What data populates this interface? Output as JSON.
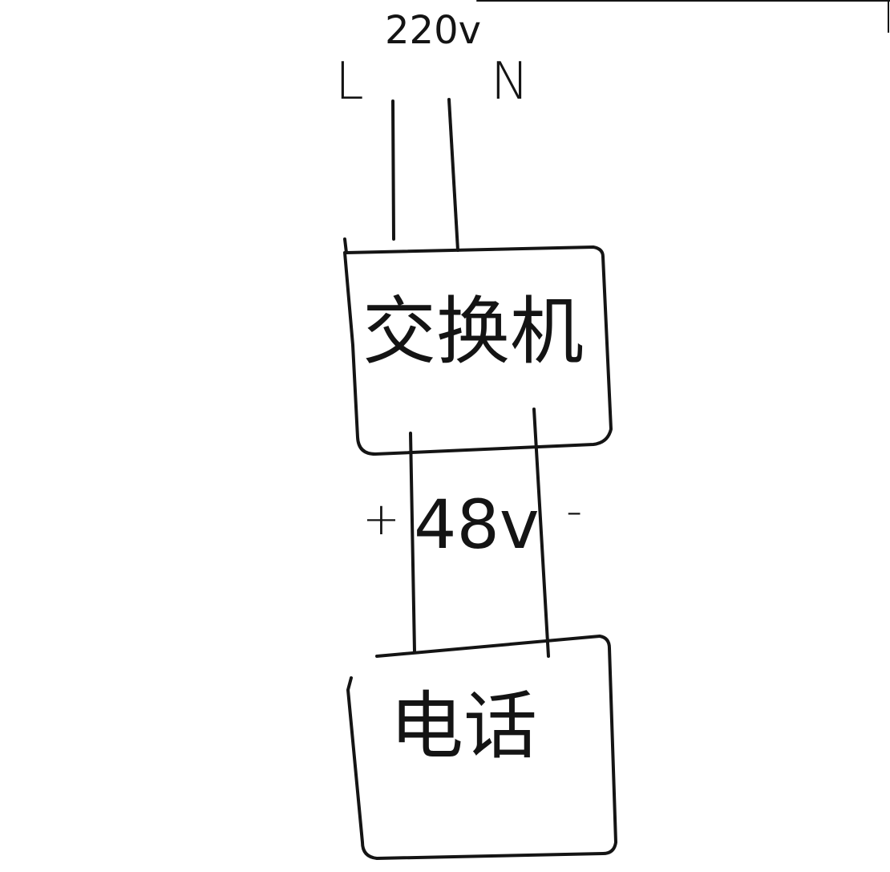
{
  "supply": {
    "voltage": "220v",
    "live": "L",
    "neutral": "N"
  },
  "switch_box": {
    "label": "交换机"
  },
  "line": {
    "voltage": "48v",
    "positive": "+",
    "negative": "-"
  },
  "phone_box": {
    "label": "电话"
  },
  "colors": {
    "ink": "#141414",
    "background": "#ffffff"
  }
}
